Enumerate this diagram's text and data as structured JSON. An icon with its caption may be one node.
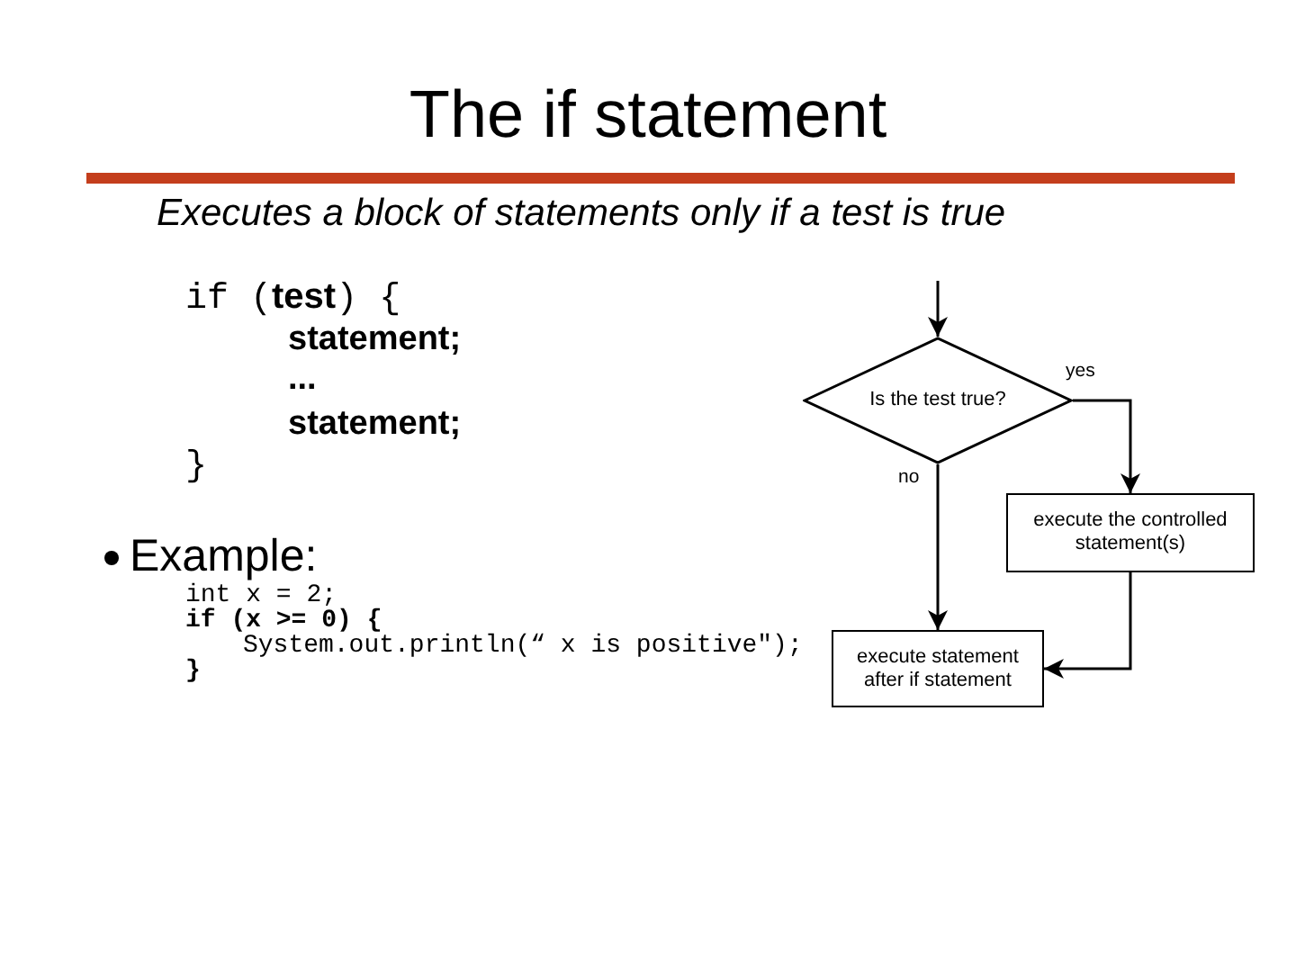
{
  "diagram": {
    "title": "The if statement",
    "nodes": [
      {
        "text": [
          "Is the test true?"
        ]
      },
      {
        "text": [
          "execute the controlled statement(s)"
        ]
      },
      {
        "text": [
          "execute statement after if statement"
        ]
      }
    ],
    "edges": [
      {
        "from": null,
        "to": 0,
        "arrow": "to"
      },
      {
        "from": 0,
        "to": 1,
        "arrow": "to",
        "label": "yes"
      },
      {
        "from": 0,
        "to": 2,
        "arrow": "to",
        "label": "no"
      },
      {
        "from": 1,
        "to": 2,
        "arrow": "to"
      }
    ],
    "labels": [
      "Executes a block of statements only if a test is true",
      "if (**test**) {",
      "statement;",
      "...",
      "statement;",
      "}",
      "Example:",
      "int x = 2;",
      "if (x >= 0) {",
      "System.out.println(“ x is positive\");",
      "}"
    ]
  }
}
